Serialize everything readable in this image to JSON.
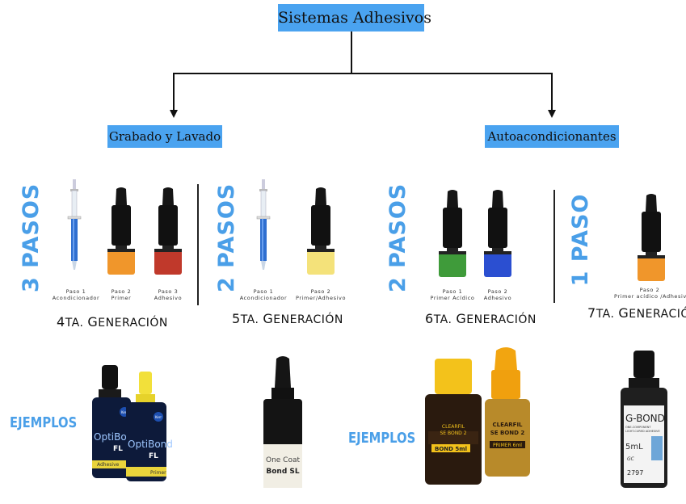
{
  "title": "Sistemas Adhesivos",
  "branches": [
    {
      "label": "Grabado y Lavado",
      "groups": [
        {
          "steps": "3 PASOS",
          "labels": [
            [
              "Paso 1",
              "Acondicionador"
            ],
            [
              "Paso 2",
              "Primer"
            ],
            [
              "Paso 3",
              "Adhesivo"
            ]
          ],
          "generation": {
            "num": "4",
            "suffix": "ta.",
            "first": "G",
            "rest": "eneración"
          }
        },
        {
          "steps": "2 PASOS",
          "labels": [
            [
              "Paso 1",
              "Acondicionador"
            ],
            [
              "Paso 2",
              "Primer/Adhesivo"
            ]
          ],
          "generation": {
            "num": "5",
            "suffix": "ta.",
            "first": "G",
            "rest": "eneración"
          }
        }
      ]
    },
    {
      "label": "Autoacondicionantes",
      "groups": [
        {
          "steps": "2 PASOS",
          "labels": [
            [
              "Paso 1",
              "Primer Acídico"
            ],
            [
              "Paso 2",
              "Adhesivo"
            ]
          ],
          "generation": {
            "num": "6",
            "suffix": "ta.",
            "first": "G",
            "rest": "eneración"
          }
        },
        {
          "steps": "1 PASO",
          "labels": [
            [
              "Paso 2",
              "Primer acídico /Adhesivo"
            ]
          ],
          "generation": {
            "num": "7",
            "suffix": "ta.",
            "first": "G",
            "rest": "eneración"
          }
        }
      ]
    }
  ],
  "examples_label": "EJEMPLOS",
  "products": {
    "optibond": {
      "brand": "Kerr",
      "name1": "OptiBond",
      "name2": "FL",
      "adhesive": "Adhesive",
      "primer": "Primer"
    },
    "onecoat": {
      "name1": "One Coat",
      "name2": "Bond SL"
    },
    "clearfil": {
      "name1": "CLEARFIL",
      "name2": "SE BOND 2",
      "bond": "BOND 5ml",
      "primer": "PRIMER 6ml"
    },
    "gbond": {
      "name": "G-BOND",
      "sub1": "ONE-COMPONENT",
      "sub2": "LIGHT-CURED ADHESIVE",
      "vol": "5mL",
      "brand": "GC",
      "code": "2797"
    }
  },
  "colors": {
    "box": "#4aa3f0",
    "steps_text": "#4a9fe8",
    "orange": "#f0962b",
    "red": "#c0392b",
    "yellow": "#f4e27a",
    "green": "#3f9b3a",
    "blue": "#2b4fd1"
  }
}
